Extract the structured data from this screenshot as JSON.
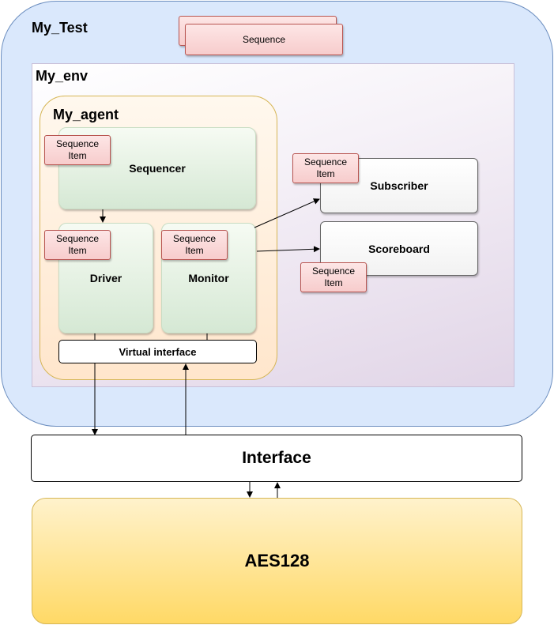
{
  "diagram": {
    "test_label": "My_Test",
    "env_label": "My_env",
    "agent_label": "My_agent",
    "test_sequence": "Sequence",
    "sequencer": "Sequencer",
    "driver": "Driver",
    "monitor": "Monitor",
    "subscriber": "Subscriber",
    "scoreboard": "Scoreboard",
    "virtual_interface": "Virtual interface",
    "interface": "Interface",
    "dut": "AES128",
    "sequence_item": "Sequence\nItem"
  },
  "colors": {
    "test_fill": "#dae8fc",
    "test_border": "#6c8ebf",
    "agent_border": "#d6b656",
    "component_green": "#d5e8d4",
    "item_pink": "#f8cecc",
    "item_border": "#b85450",
    "dut_yellow": "#ffd966"
  }
}
